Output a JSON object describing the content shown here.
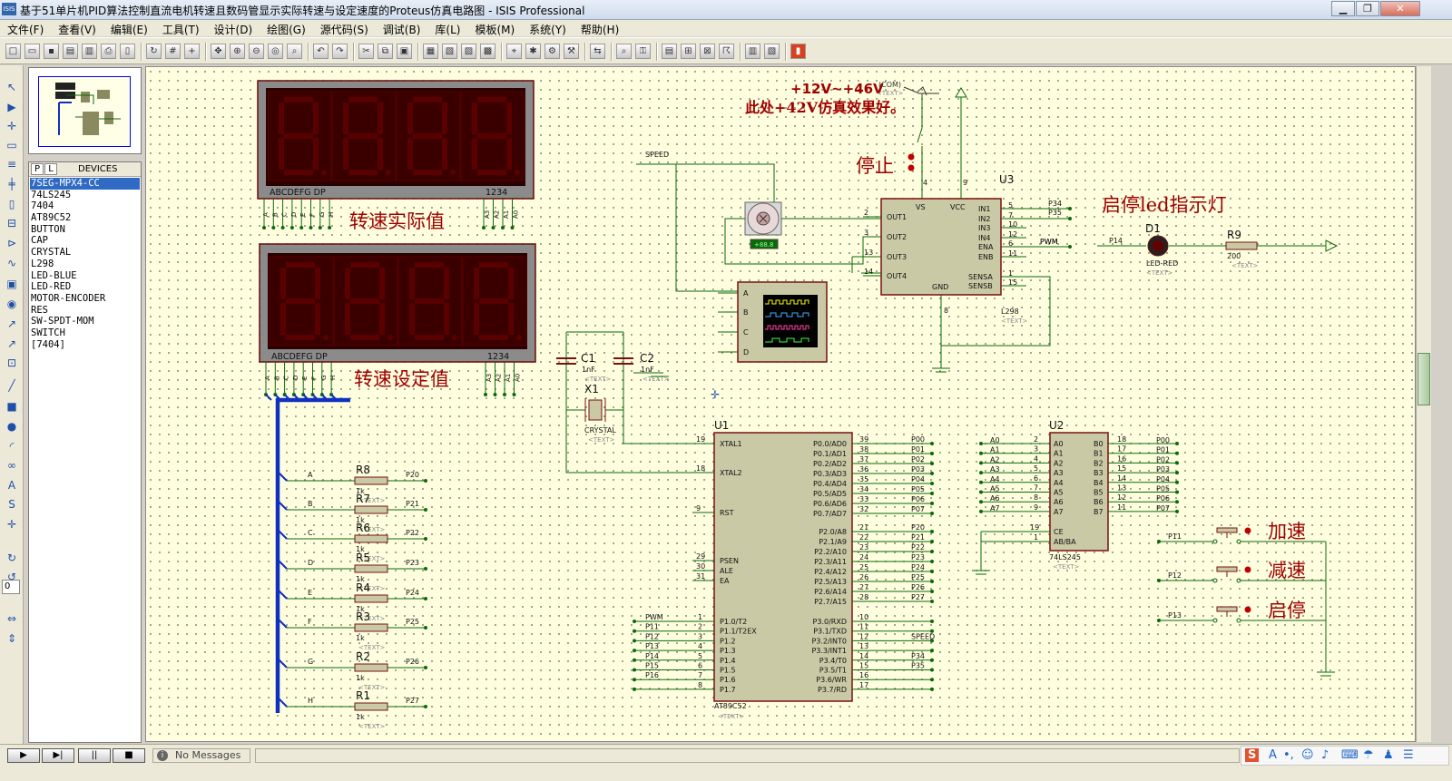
{
  "window": {
    "title": "基于51单片机PID算法控制直流电机转速且数码管显示实际转速与设定速度的Proteus仿真电路图 - ISIS Professional",
    "app_icon_text": "ISIS"
  },
  "menu": [
    "文件(F)",
    "查看(V)",
    "编辑(E)",
    "工具(T)",
    "设计(D)",
    "绘图(G)",
    "源代码(S)",
    "调试(B)",
    "库(L)",
    "模板(M)",
    "系统(Y)",
    "帮助(H)"
  ],
  "device_panel": {
    "tabs": [
      "P",
      "L"
    ],
    "header": "DEVICES",
    "items": [
      "7SEG-MPX4-CC",
      "74LS245",
      "7404",
      "AT89C52",
      "BUTTON",
      "CAP",
      "CRYSTAL",
      "L298",
      "LED-BLUE",
      "LED-RED",
      "MOTOR-ENCODER",
      "RES",
      "SW-SPDT-MOM",
      "SWITCH",
      "[7404]"
    ],
    "selected_index": 0
  },
  "rotation_value": "0",
  "status": {
    "message": "No Messages",
    "sim_buttons": [
      "play",
      "step",
      "pause",
      "stop"
    ]
  },
  "schematic": {
    "display1": {
      "pins": "ABCDEFG DP",
      "digits_label": "1234",
      "pin_letters": [
        "A",
        "B",
        "C",
        "D",
        "E",
        "F",
        "G",
        "H"
      ],
      "digit_pins": [
        "A3",
        "A2",
        "A1",
        "A0"
      ],
      "caption": "转速实际值"
    },
    "display2": {
      "pins": "ABCDEFG DP",
      "digits_label": "1234",
      "pin_letters": [
        "A",
        "B",
        "C",
        "D",
        "E",
        "F",
        "G",
        "H"
      ],
      "digit_pins": [
        "A3",
        "A2",
        "A1",
        "A0"
      ],
      "caption": "转速设定值"
    },
    "power_note_line1": "+12V~+46V",
    "power_note_com": "(COM)",
    "power_note_text": "<TEXT>",
    "power_note_line2": "此处+42V仿真效果好。",
    "stop_label": "停止",
    "led_caption": "启停led指示灯",
    "speed_label": "SPEED",
    "pwm_label": "PWM",
    "motor_readout": "+88.8",
    "l298": {
      "ref": "U3",
      "name": "L298",
      "text": "<TEXT>",
      "vs": "VS",
      "vcc": "VCC",
      "gnd": "GND",
      "outs": [
        "OUT1",
        "OUT2",
        "OUT3",
        "OUT4"
      ],
      "out_pins": [
        "2",
        "3",
        "13",
        "14"
      ],
      "ins": [
        "IN1",
        "IN2",
        "IN3",
        "IN4",
        "ENA",
        "ENB"
      ],
      "in_pins": [
        "5",
        "7",
        "10",
        "12",
        "6",
        "11"
      ],
      "sens": [
        "SENSA",
        "SENSB"
      ],
      "sens_pins": [
        "1",
        "15"
      ],
      "pin4": "4",
      "pin9": "9",
      "pin8": "8",
      "in_nets": [
        "P34",
        "P35",
        "",
        "",
        "PWM",
        ""
      ]
    },
    "led": {
      "ref": "D1",
      "name": "LED-RED",
      "text": "<TEXT>",
      "net": "P14"
    },
    "r9": {
      "ref": "R9",
      "value": "200",
      "text": "<TEXT>"
    },
    "scope_channels": [
      "A",
      "B",
      "C",
      "D"
    ],
    "c1": {
      "ref": "C1",
      "value": "1nF",
      "text": "<TEXT>"
    },
    "c2": {
      "ref": "C2",
      "value": "1nF",
      "text": "<TEXT>"
    },
    "x1": {
      "ref": "X1",
      "name": "CRYSTAL",
      "text": "<TEXT>"
    },
    "u1": {
      "ref": "U1",
      "name": "AT89C52",
      "text": "<TEXT>",
      "left_pins": [
        {
          "n": "19",
          "l": "XTAL1"
        },
        {
          "n": "18",
          "l": "XTAL2"
        },
        {
          "n": "9",
          "l": "RST"
        },
        {
          "n": "29",
          "l": "PSEN"
        },
        {
          "n": "30",
          "l": "ALE"
        },
        {
          "n": "31",
          "l": "EA"
        }
      ],
      "p1_pins": [
        {
          "n": "1",
          "l": "P1.0/T2",
          "net": "PWM"
        },
        {
          "n": "2",
          "l": "P1.1/T2EX",
          "net": "P11"
        },
        {
          "n": "3",
          "l": "P1.2",
          "net": "P12"
        },
        {
          "n": "4",
          "l": "P1.3",
          "net": "P13"
        },
        {
          "n": "5",
          "l": "P1.4",
          "net": "P14"
        },
        {
          "n": "6",
          "l": "P1.5",
          "net": "P15"
        },
        {
          "n": "7",
          "l": "P1.6",
          "net": "P16"
        },
        {
          "n": "8",
          "l": "P1.7",
          "net": ""
        }
      ],
      "p0_pins": [
        {
          "n": "39",
          "l": "P0.0/AD0",
          "net": "P00"
        },
        {
          "n": "38",
          "l": "P0.1/AD1",
          "net": "P01"
        },
        {
          "n": "37",
          "l": "P0.2/AD2",
          "net": "P02"
        },
        {
          "n": "36",
          "l": "P0.3/AD3",
          "net": "P03"
        },
        {
          "n": "35",
          "l": "P0.4/AD4",
          "net": "P04"
        },
        {
          "n": "34",
          "l": "P0.5/AD5",
          "net": "P05"
        },
        {
          "n": "33",
          "l": "P0.6/AD6",
          "net": "P06"
        },
        {
          "n": "32",
          "l": "P0.7/AD7",
          "net": "P07"
        }
      ],
      "p2_pins": [
        {
          "n": "21",
          "l": "P2.0/A8",
          "net": "P20"
        },
        {
          "n": "22",
          "l": "P2.1/A9",
          "net": "P21"
        },
        {
          "n": "23",
          "l": "P2.2/A10",
          "net": "P22"
        },
        {
          "n": "24",
          "l": "P2.3/A11",
          "net": "P23"
        },
        {
          "n": "25",
          "l": "P2.4/A12",
          "net": "P24"
        },
        {
          "n": "26",
          "l": "P2.5/A13",
          "net": "P25"
        },
        {
          "n": "27",
          "l": "P2.6/A14",
          "net": "P26"
        },
        {
          "n": "28",
          "l": "P2.7/A15",
          "net": "P27"
        }
      ],
      "p3_pins": [
        {
          "n": "10",
          "l": "P3.0/RXD",
          "net": ""
        },
        {
          "n": "11",
          "l": "P3.1/TXD",
          "net": ""
        },
        {
          "n": "12",
          "l": "P3.2/INT0",
          "net": "SPEED"
        },
        {
          "n": "13",
          "l": "P3.3/INT1",
          "net": ""
        },
        {
          "n": "14",
          "l": "P3.4/T0",
          "net": "P34"
        },
        {
          "n": "15",
          "l": "P3.5/T1",
          "net": "P35"
        },
        {
          "n": "16",
          "l": "P3.6/WR",
          "net": ""
        },
        {
          "n": "17",
          "l": "P3.7/RD",
          "net": ""
        }
      ]
    },
    "u2": {
      "ref": "U2",
      "name": "74LS245",
      "text": "<TEXT>",
      "a_pins": [
        {
          "n": "2",
          "l": "A0",
          "net": "A0"
        },
        {
          "n": "3",
          "l": "A1",
          "net": "A1"
        },
        {
          "n": "4",
          "l": "A2",
          "net": "A2"
        },
        {
          "n": "5",
          "l": "A3",
          "net": "A3"
        },
        {
          "n": "6",
          "l": "A4",
          "net": "A4"
        },
        {
          "n": "7",
          "l": "A5",
          "net": "A5"
        },
        {
          "n": "8",
          "l": "A6",
          "net": "A6"
        },
        {
          "n": "9",
          "l": "A7",
          "net": "A7"
        }
      ],
      "b_pins": [
        {
          "n": "18",
          "l": "B0",
          "net": "P00"
        },
        {
          "n": "17",
          "l": "B1",
          "net": "P01"
        },
        {
          "n": "16",
          "l": "B2",
          "net": "P02"
        },
        {
          "n": "15",
          "l": "B3",
          "net": "P03"
        },
        {
          "n": "14",
          "l": "B4",
          "net": "P04"
        },
        {
          "n": "13",
          "l": "B5",
          "net": "P05"
        },
        {
          "n": "12",
          "l": "B6",
          "net": "P06"
        },
        {
          "n": "11",
          "l": "B7",
          "net": "P07"
        }
      ],
      "ce": {
        "n": "19",
        "l": "CE"
      },
      "dir": {
        "n": "1",
        "l": "AB/BA"
      }
    },
    "resistors": [
      {
        "ref": "R8",
        "value": "1k",
        "text": "<TEXT>",
        "seg": "A",
        "net": "P20"
      },
      {
        "ref": "R7",
        "value": "1k",
        "text": "<TEXT>",
        "seg": "B",
        "net": "P21"
      },
      {
        "ref": "R6",
        "value": "1k",
        "text": "<TEXT>",
        "seg": "C",
        "net": "P22"
      },
      {
        "ref": "R5",
        "value": "1k",
        "text": "<TEXT>",
        "seg": "D",
        "net": "P23"
      },
      {
        "ref": "R4",
        "value": "1k",
        "text": "<TEXT>",
        "seg": "E",
        "net": "P24"
      },
      {
        "ref": "R3",
        "value": "1k",
        "text": "<TEXT>",
        "seg": "F",
        "net": "P25"
      },
      {
        "ref": "R2",
        "value": "1k",
        "text": "<TEXT>",
        "seg": "G",
        "net": "P26"
      },
      {
        "ref": "R1",
        "value": "1k",
        "text": "<TEXT>",
        "seg": "H",
        "net": "P27"
      }
    ],
    "buttons": [
      {
        "net": "P11",
        "label": "加速"
      },
      {
        "net": "P12",
        "label": "减速"
      },
      {
        "net": "P13",
        "label": "启停"
      }
    ]
  },
  "colors": {
    "wire": "#0a6a0a",
    "component_fill": "#c9c9a6",
    "component_stroke": "#7a1010",
    "pin_text": "#00007f",
    "annotation_red": "#a00000",
    "bus": "#1030c0",
    "seg_off": "#5a0000"
  }
}
